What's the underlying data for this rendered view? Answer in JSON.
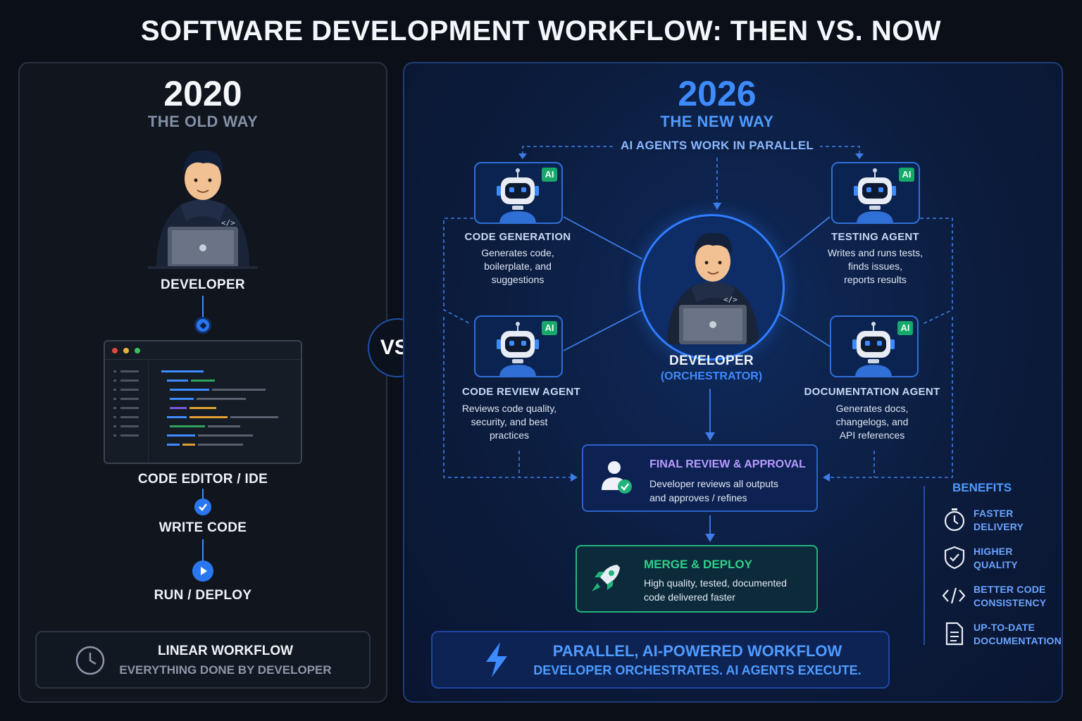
{
  "title": "SOFTWARE DEVELOPMENT WORKFLOW: THEN VS. NOW",
  "left": {
    "year": "2020",
    "subtitle": "THE OLD WAY",
    "developer_label": "DEVELOPER",
    "editor_label": "CODE EDITOR / IDE",
    "write_label": "WRITE CODE",
    "run_label": "RUN / DEPLOY",
    "summary_title": "LINEAR WORKFLOW",
    "summary_sub": "EVERYTHING DONE BY DEVELOPER"
  },
  "vs": "VS.",
  "right": {
    "year": "2026",
    "subtitle": "THE NEW WAY",
    "parallel_label": "AI AGENTS WORK IN PARALLEL",
    "badge": "AI",
    "agents": [
      {
        "title": "CODE GENERATION",
        "desc": [
          "Generates code,",
          "boilerplate, and",
          "suggestions"
        ]
      },
      {
        "title": "TESTING AGENT",
        "desc": [
          "Writes and runs tests,",
          "finds issues,",
          "reports results"
        ]
      },
      {
        "title": "CODE REVIEW AGENT",
        "desc": [
          "Reviews code quality,",
          "security, and best",
          "practices"
        ]
      },
      {
        "title": "DOCUMENTATION AGENT",
        "desc": [
          "Generates docs,",
          "changelogs, and",
          "API references"
        ]
      }
    ],
    "developer_label": "DEVELOPER",
    "developer_role": "(ORCHESTRATOR)",
    "review_title": "FINAL REVIEW & APPROVAL",
    "review_desc": [
      "Developer reviews all outputs",
      "and approves / refines"
    ],
    "merge_title": "MERGE & DEPLOY",
    "merge_desc": [
      "High quality, tested, documented",
      "code delivered faster"
    ],
    "summary_title": "PARALLEL, AI-POWERED WORKFLOW",
    "summary_sub": "DEVELOPER ORCHESTRATES. AI AGENTS EXECUTE."
  },
  "benefits": {
    "title": "BENEFITS",
    "items": [
      {
        "icon": "stopwatch-icon",
        "lines": [
          "FASTER",
          "DELIVERY"
        ]
      },
      {
        "icon": "shield-check-icon",
        "lines": [
          "HIGHER",
          "QUALITY"
        ]
      },
      {
        "icon": "code-brackets-icon",
        "lines": [
          "BETTER CODE",
          "CONSISTENCY"
        ]
      },
      {
        "icon": "document-icon",
        "lines": [
          "UP-TO-DATE",
          "DOCUMENTATION"
        ]
      }
    ]
  },
  "colors": {
    "accent_blue": "#3d8bff",
    "accent_green": "#2fd08a",
    "purple": "#b89cff"
  }
}
